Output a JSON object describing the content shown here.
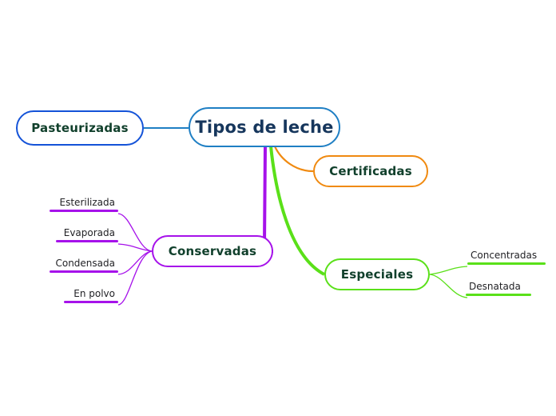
{
  "diagram": {
    "type": "mind-map",
    "title": "Tipos de leche",
    "background_color": "#ffffff"
  },
  "central": {
    "label": "Tipos de leche",
    "border_color": "#1f7fc4",
    "text_color": "#16365c"
  },
  "branches": [
    {
      "id": "pasteurizadas",
      "label": "Pasteurizadas",
      "color": "#1453d8",
      "children": []
    },
    {
      "id": "certificadas",
      "label": "Certificadas",
      "color": "#f08a10",
      "children": []
    },
    {
      "id": "conservadas",
      "label": "Conservadas",
      "color": "#a612ea",
      "children": [
        {
          "id": "esterilizada",
          "label": "Esterilizada"
        },
        {
          "id": "evaporada",
          "label": "Evaporada"
        },
        {
          "id": "condensada",
          "label": "Condensada"
        },
        {
          "id": "enpolvo",
          "label": "En polvo"
        }
      ]
    },
    {
      "id": "especiales",
      "label": "Especiales",
      "color": "#5ae019",
      "children": [
        {
          "id": "concentradas",
          "label": "Concentradas"
        },
        {
          "id": "desnatada",
          "label": "Desnatada"
        }
      ]
    }
  ],
  "leaf_text_color": "#222226",
  "branch_text_color": "#11402c"
}
